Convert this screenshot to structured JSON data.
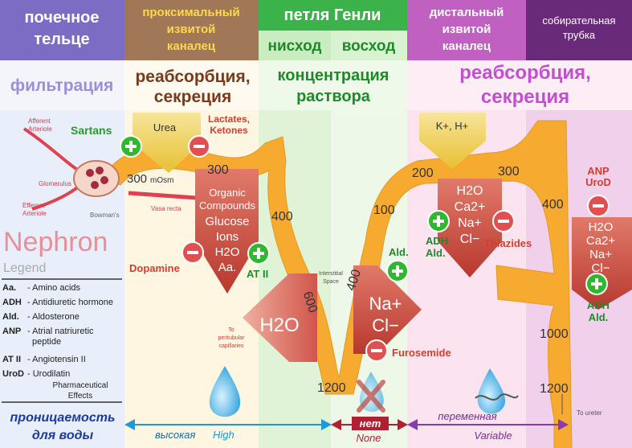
{
  "header": {
    "glomerulus": "почечное тельце",
    "proximal": "проксимальный извитой каналец",
    "loop": "петля Генли",
    "loop_down": "нисход",
    "loop_up": "восход",
    "distal": "дистальный извитой каналец",
    "collecting": "собирательная трубка"
  },
  "functions": {
    "filtration": "фильтрация",
    "reabs_prox": "реабсорбция, секреция",
    "concentration": "концентрация раствора",
    "reabs_distal": "реабсорбция, секреция"
  },
  "colors": {
    "glomerulus_header": "#7c6cc4",
    "proximal_header": "#a0785a",
    "loop_header": "#3bb34a",
    "distal_header": "#c060c0",
    "collecting_header": "#6a2a7a",
    "tubule": "#f7aa30",
    "positive": "#2db82d",
    "negative": "#e05050",
    "triangle": "#c84a3e"
  },
  "glomerulus": {
    "afferent": "Afferent Arteriole",
    "efferent": "Efferent Arteriole",
    "glomerulus": "Glomerulus",
    "bowman": "Bowman's capsule",
    "vasa_recta": "Vasa recta",
    "sartans": "Sartans"
  },
  "proximal": {
    "urea": "Urea",
    "lactates": "Lactates, Ketones",
    "osm_value": "300",
    "osm_unit": "mOsm",
    "organic": "Organic Compounds",
    "glucose": "Glucose",
    "ions": "Ions",
    "h2o": "H2O",
    "aa": "Aa.",
    "dopamine": "Dopamine",
    "atii": "AT II",
    "to_peritubular": "To peritubular capillaries"
  },
  "loop": {
    "n300": "300",
    "n400": "400",
    "n600": "600",
    "n1200": "1200",
    "interstitial": "Interstitial Space",
    "h2o": "H2O",
    "n400b": "400",
    "n100": "100",
    "ald": "Ald.",
    "na": "Na+",
    "cl": "Cl−",
    "furosemide": "Furosemide"
  },
  "distal": {
    "kh": "K+, H+",
    "n200": "200",
    "n300": "300",
    "ions": "H2O Ca2+ Na+ Cl−",
    "adh": "ADH",
    "ald": "Ald.",
    "thiazides": "Thiazides"
  },
  "collecting": {
    "n400": "400",
    "n1000": "1000",
    "n1200": "1200",
    "anp": "ANP",
    "urod": "UroD",
    "ions": "H2O Ca2+ Na+ Cl−",
    "adh": "ADH",
    "ald": "Ald.",
    "to_ureter": "To ureter"
  },
  "legend": {
    "title": "Nephron",
    "subtitle": "Legend",
    "items": [
      {
        "abbr": "Aa.",
        "desc": "- Amino acids"
      },
      {
        "abbr": "ADH",
        "desc": "- Antidiuretic hormone"
      },
      {
        "abbr": "Ald.",
        "desc": "- Aldosterone"
      },
      {
        "abbr": "ANP",
        "desc": "- Atrial natriuretic peptide"
      },
      {
        "abbr": "AT II",
        "desc": "- Angiotensin II"
      },
      {
        "abbr": "UroD",
        "desc": "- Urodilatin"
      }
    ],
    "pharm": "Pharmaceutical Effects"
  },
  "permeability": {
    "title": "проницаемость для воды",
    "high_ru": "высокая",
    "high_en": "High",
    "none_ru": "нет",
    "none_en": "None",
    "var_ru": "переменная",
    "var_en": "Variable"
  }
}
